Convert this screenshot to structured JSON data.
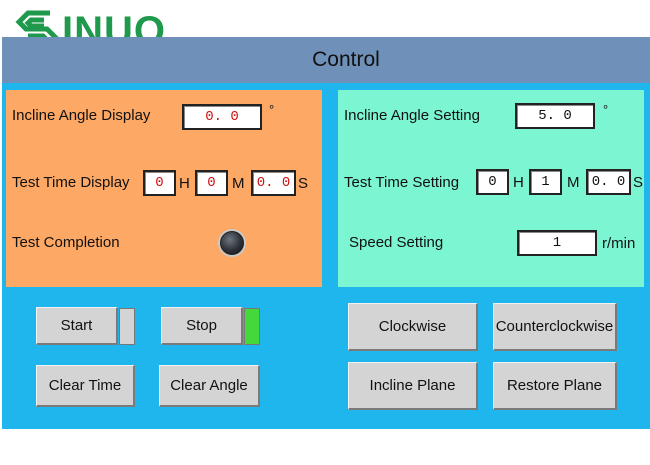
{
  "brand": {
    "logo_text": "INUO",
    "logo_color": "#1f9a4c"
  },
  "window": {
    "title": "Control"
  },
  "colors": {
    "screen": "#1fb6ee",
    "titlebar": "#6f91b9",
    "left_panel": "#fea865",
    "right_panel": "#7cf6d2",
    "indicator_on": "#44d93a"
  },
  "display_panel": {
    "incline_label": "Incline Angle Display",
    "incline_value": "0. 0",
    "degree_symbol": "°",
    "time_label": "Test Time Display",
    "hours": "0",
    "h": "H",
    "minutes": "0",
    "m": "M",
    "seconds": "0. 0",
    "s": "S",
    "completion_label": "Test Completion"
  },
  "setting_panel": {
    "incline_label": "Incline Angle  Setting",
    "incline_value": "5. 0",
    "degree_symbol": "°",
    "time_label": "Test Time Setting",
    "hours": "0",
    "h": "H",
    "minutes": "1",
    "m": "M",
    "seconds": "0. 0",
    "s": "S",
    "speed_label": "Speed Setting",
    "speed_value": "1",
    "speed_unit": "r/min"
  },
  "buttons": {
    "start": "Start",
    "stop": "Stop",
    "clear_time": "Clear Time",
    "clear_angle": "Clear Angle",
    "clockwise": "Clockwise",
    "counterclockwise": "Counterclockwise",
    "incline_plane": "Incline Plane",
    "restore_plane": "Restore Plane"
  },
  "indicators": {
    "start_running": false,
    "stop_active": true
  }
}
